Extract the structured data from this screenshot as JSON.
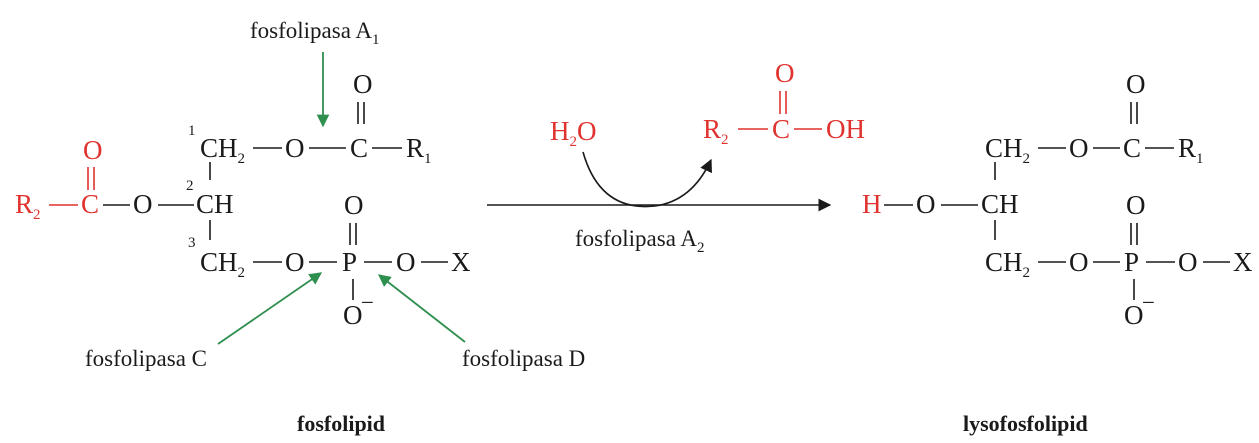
{
  "colors": {
    "substituent": "#e0332f",
    "enzyme_arrow": "#2f8f4e",
    "ink": "#1a1a1a"
  },
  "labels": {
    "fosfolipasa_a1": "fosfolipasa A",
    "fosfolipasa_a1_sub": "1",
    "fosfolipasa_a2": "fosfolipasa A",
    "fosfolipasa_a2_sub": "2",
    "fosfolipasa_c": "fosfolipasa C",
    "fosfolipasa_d": "fosfolipasa D",
    "fosfolipid": "fosfolipid",
    "lysofosfolipid": "lysofosfolipid"
  },
  "reactant": {
    "num1": "1",
    "num2": "2",
    "num3": "3",
    "ch2": "CH",
    "ch": "CH",
    "o": "O",
    "c": "C",
    "p": "P",
    "x": "X",
    "r1": "R",
    "r1_sub": "1",
    "r2": "R",
    "r2_sub": "2",
    "o_minus": "O",
    "minus": "−",
    "two": "2"
  },
  "reagents": {
    "water": "H",
    "water_sub": "2",
    "water_o": "O",
    "acid_r": "R",
    "acid_sub": "2",
    "acid_c": "C",
    "acid_oh": "OH",
    "acid_o": "O"
  },
  "product": {
    "h": "H",
    "o": "O",
    "ch2": "CH",
    "ch": "CH",
    "c": "C",
    "p": "P",
    "x": "X",
    "r1": "R",
    "r1_sub": "1",
    "o_minus": "O",
    "minus": "−",
    "two": "2"
  }
}
